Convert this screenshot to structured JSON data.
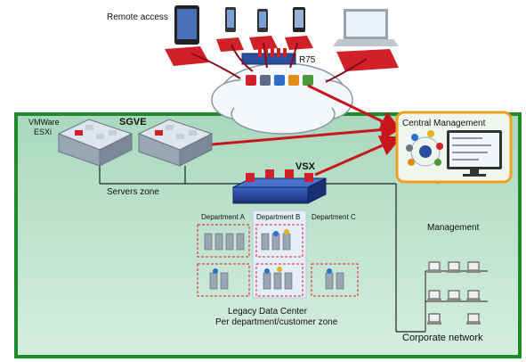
{
  "labels": {
    "remote_access": "Remote access",
    "r75": "R75",
    "vmware": "VMWare",
    "esxi": "ESXi",
    "sgve": "SGVE",
    "servers_zone": "Servers zone",
    "vsx": "VSX",
    "central_management": "Central Management",
    "management": "Management",
    "department_a": "Department A",
    "department_b": "Department B",
    "department_c": "Department C",
    "legacy_line1": "Legacy Data Center",
    "legacy_line2": "Per department/customer zone",
    "corporate_network": "Corporate network"
  },
  "colors": {
    "green_frame": "#1f8a2a",
    "zone_fill": "#cfeadd",
    "firewall_red": "#d0202a",
    "arrow_red": "#c8161d",
    "mgmt_border": "#f0a020",
    "dept_dash": "#e0202a",
    "dept_b_fill": "#e3eef8"
  },
  "icons": [
    "tablet-icon",
    "smartphone-icon",
    "laptop-icon",
    "cloud-icon",
    "firewall-icon",
    "server-icon",
    "monitor-icon",
    "computer-icon"
  ]
}
